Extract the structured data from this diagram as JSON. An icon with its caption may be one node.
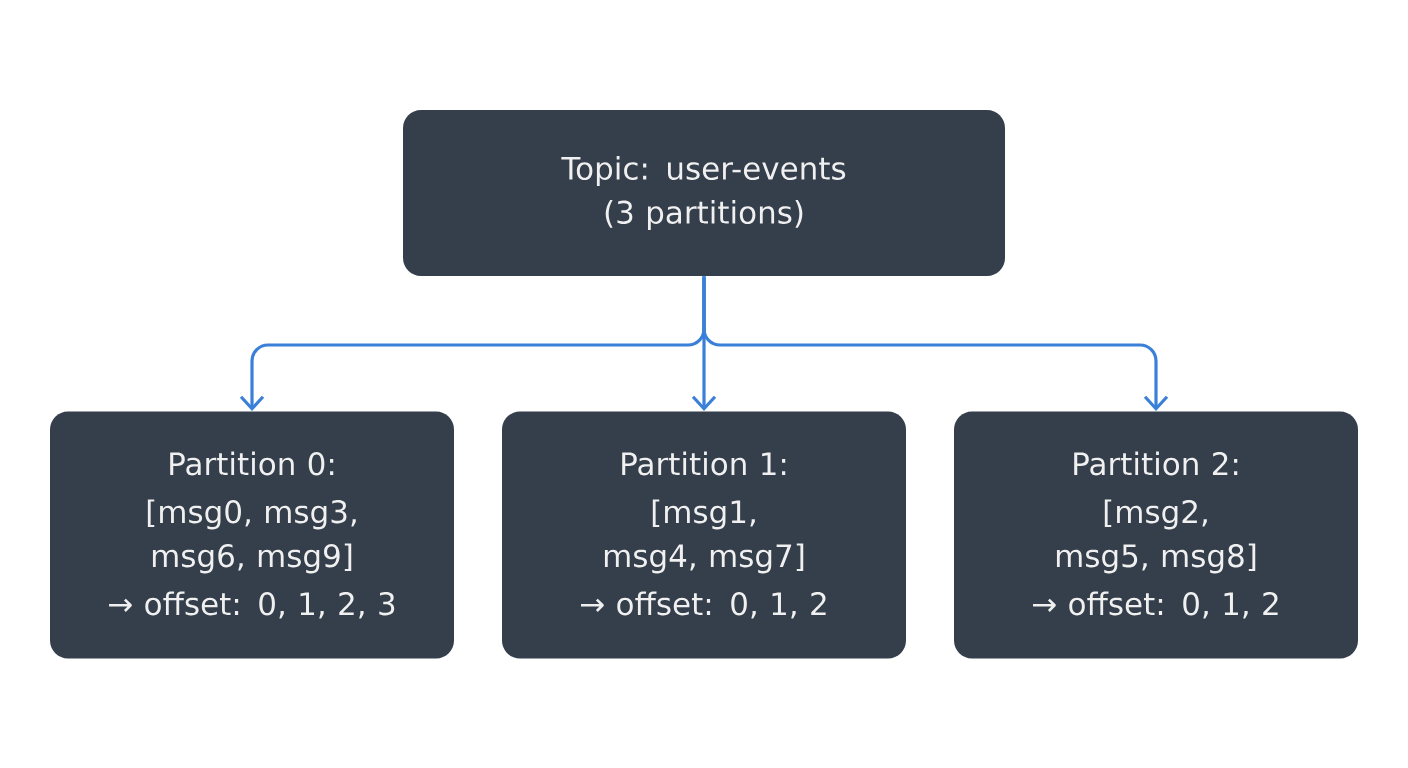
{
  "diagram": {
    "nodes": [
      {
        "text": [
          "Topic: user-events (3 partitions)"
        ]
      },
      {
        "text": [
          "Partition 0:",
          "[msg0, msg3, msg6, msg9]",
          "→ offset: 0, 1, 2, 3"
        ]
      },
      {
        "text": [
          "Partition 1:",
          "[msg1, msg4, msg7]",
          "→ offset: 0, 1, 2"
        ]
      },
      {
        "text": [
          "Partition 2:",
          "[msg2, msg5, msg8]",
          "→ offset: 0, 1, 2"
        ]
      }
    ],
    "edges": [
      {
        "from": 0,
        "to": 1,
        "arrow": "to"
      },
      {
        "from": 0,
        "to": 2,
        "arrow": "to"
      },
      {
        "from": 0,
        "to": 3,
        "arrow": "to"
      }
    ]
  }
}
